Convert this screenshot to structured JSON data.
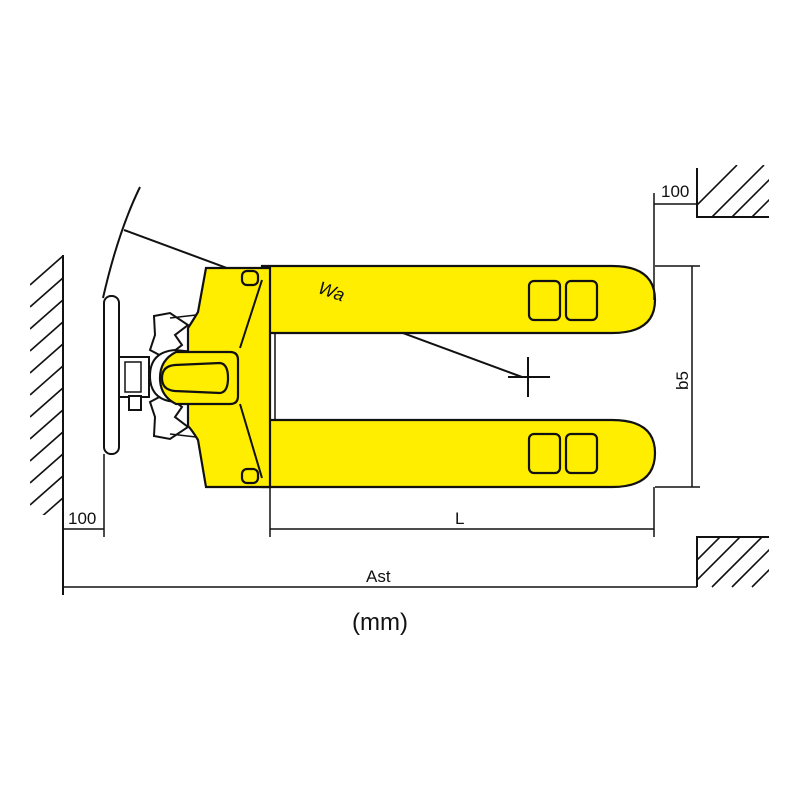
{
  "diagram": {
    "type": "pallet-truck-turning-dimensions",
    "colors": {
      "body": "#ffee00",
      "outline": "#111111",
      "background": "#ffffff"
    },
    "labels": {
      "wall_clearance_right": "100",
      "wall_clearance_left": "100",
      "turning_radius": "Wa",
      "fork_spread": "b5",
      "fork_length": "L",
      "aisle_width": "Ast",
      "units": "(mm)"
    },
    "elements": [
      "left-wall-hatch",
      "right-top-wall-hatch",
      "right-bottom-wall-hatch",
      "handle-tiller",
      "chassis-body",
      "upper-fork",
      "lower-fork",
      "turning-arc",
      "turning-radius-line",
      "center-crosshair"
    ]
  }
}
